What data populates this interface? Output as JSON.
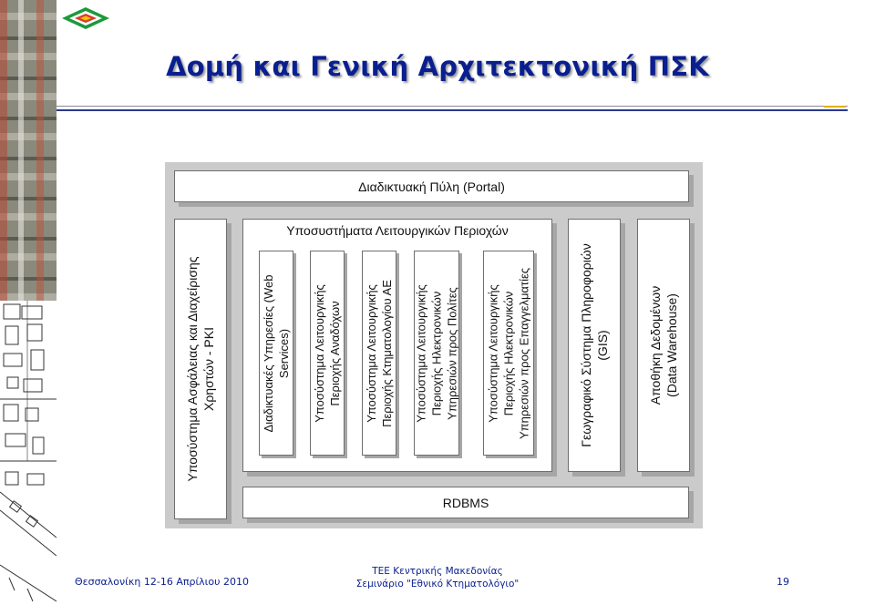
{
  "title": "Δομή και Γενική Αρχιτεκτονική ΠΣΚ",
  "diagram": {
    "portal": "Διαδικτυακή Πύλη (Portal)",
    "rdbms": "RDBMS",
    "security": [
      "Υποσύστημα Ασφάλειας και Διαχείρισης",
      "Χρηστών - PKI"
    ],
    "subsystems_title": "Υποσυστήματα Λειτουργικών Περιοχών",
    "web_services": [
      "Διαδικτυακές Υπηρεσίες (Web",
      "Services)"
    ],
    "applicants": [
      "Υποσύστημα Λειτουργικής",
      "Περιοχής Αναδόχων"
    ],
    "ktimatologio": [
      "Υποσύστημα Λειτουργικής",
      "Περιοχής Κτηματολογίου ΑΕ"
    ],
    "citizens": [
      "Υποσύστημα Λειτουργικής",
      "Περιοχής Ηλεκτρονικών",
      "Υπηρεσιών προς Πολίτες"
    ],
    "professionals": [
      "Υποσύστημα Λειτουργικής",
      "Περιοχής Ηλεκτρονικών",
      "Υπηρεσιών προς Επαγγελματίες"
    ],
    "gis": [
      "Γεωγραφικό Σύστημα Πληροφοριών",
      "(GIS)"
    ],
    "data_warehouse": [
      "Αποθήκη Δεδομένων",
      "(Data Warehouse)"
    ]
  },
  "footer": {
    "left": "Θεσσαλονίκη 12-16 Απρίλιου 2010",
    "center_line1": "ΤΕΕ Κεντρικής Μακεδονίας",
    "center_line2": "Σεμινάριο \"Εθνικό Κτηματολόγιο\"",
    "page_number": "19"
  },
  "colors": {
    "title": "#0a1f8f",
    "accent": "#e0b000",
    "logo_green": "#1a9a3a"
  },
  "icons": {
    "logo": "ktimatologio-logo-icon"
  }
}
